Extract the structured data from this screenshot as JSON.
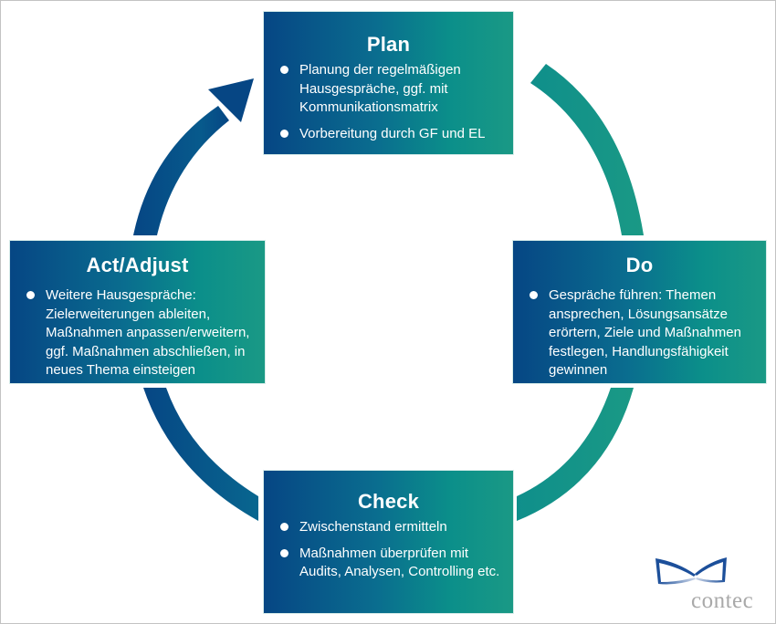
{
  "diagram": {
    "type": "PDCA cycle",
    "colors": {
      "gradient_start": "#064684",
      "gradient_end": "#1a9985",
      "arc_blue": "#064684",
      "arc_teal": "#17978a",
      "frame": "#c3c3c3",
      "logo_blue": "#1c4f9a",
      "logo_text": "#a9a9a9"
    },
    "phases": {
      "plan": {
        "title": "Plan",
        "bullets": [
          "Planung der regelmäßigen Hausgespräche, ggf. mit Kommunikationsmatrix",
          "Vorbereitung durch GF und EL"
        ]
      },
      "do": {
        "title": "Do",
        "bullets": [
          "Gespräche führen: Themen ansprechen, Lösungsansätze erörtern, Ziele und Maßnahmen festlegen, Handlungsfähigkeit gewinnen"
        ]
      },
      "check": {
        "title": "Check",
        "bullets": [
          "Zwischenstand ermitteln",
          "Maßnahmen überprüfen mit Audits, Analysen, Controlling etc."
        ]
      },
      "act": {
        "title": "Act/Adjust",
        "bullets": [
          "Weitere Hausgespräche: Zielerweiterungen ableiten, Maßnahmen anpassen/erweitern, ggf. Maßnahmen abschließen, in neues Thema einsteigen"
        ]
      }
    },
    "flow": [
      "plan",
      "do",
      "check",
      "act",
      "plan"
    ],
    "arrowhead_at": "plan"
  },
  "logo": {
    "text": "contec",
    "icon": "bow-tie-icon"
  }
}
